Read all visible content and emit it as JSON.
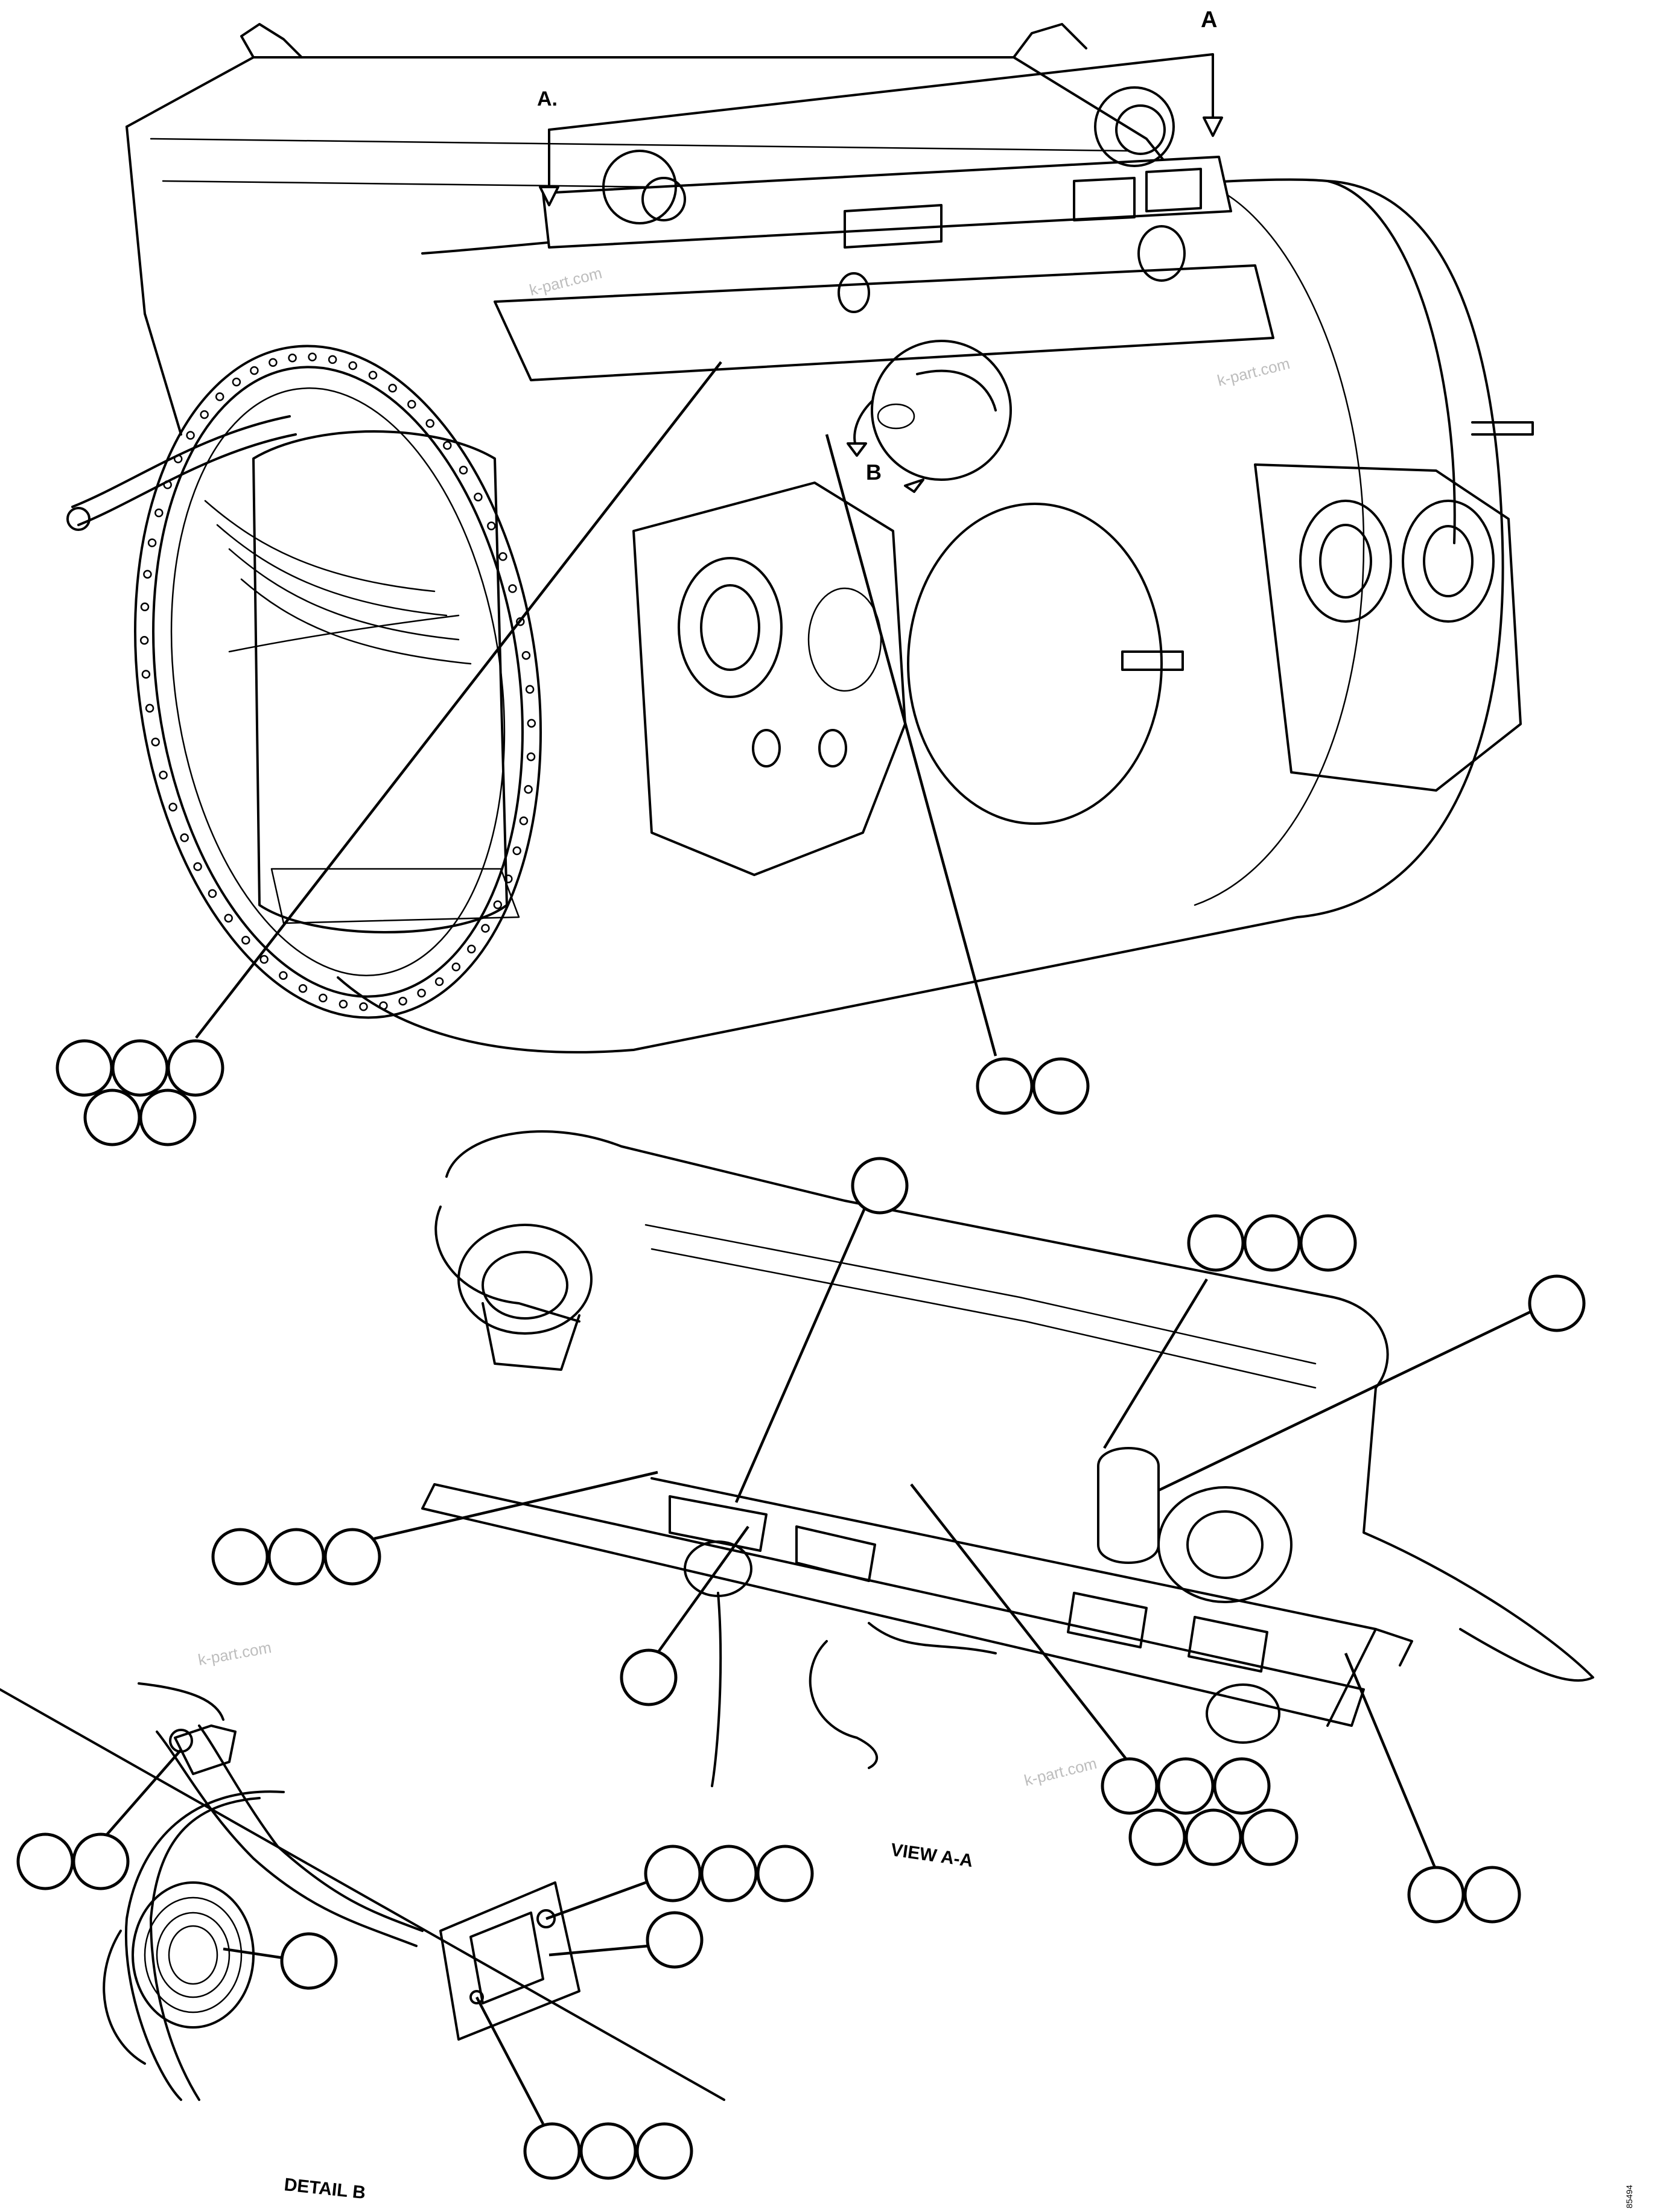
{
  "labels": {
    "section_marker": "A",
    "section_marker_side": "A.",
    "detail_marker": "B",
    "view_caption": "VIEW A-A",
    "detail_caption": "DETAIL B",
    "drawing_id": "85494"
  },
  "watermarks": [
    "k-part.com",
    "k-part.com",
    "k-part.com",
    "k-part.com"
  ],
  "callout_groups": [
    {
      "group": "main-left",
      "balloons": 5,
      "numbers": []
    },
    {
      "group": "main-right",
      "balloons": 2,
      "numbers": []
    },
    {
      "group": "view-top",
      "balloons": 1,
      "numbers": []
    },
    {
      "group": "view-top-right-3",
      "balloons": 3,
      "numbers": []
    },
    {
      "group": "view-right",
      "balloons": 1,
      "numbers": []
    },
    {
      "group": "view-left-3",
      "balloons": 3,
      "numbers": []
    },
    {
      "group": "view-bottom-left",
      "balloons": 1,
      "numbers": []
    },
    {
      "group": "view-bottom-6",
      "balloons": 6,
      "numbers": []
    },
    {
      "group": "view-bottom-right",
      "balloons": 2,
      "numbers": []
    },
    {
      "group": "detail-left-2",
      "balloons": 2,
      "numbers": []
    },
    {
      "group": "detail-coil",
      "balloons": 1,
      "numbers": []
    },
    {
      "group": "detail-top-3",
      "balloons": 3,
      "numbers": []
    },
    {
      "group": "detail-mid",
      "balloons": 1,
      "numbers": []
    },
    {
      "group": "detail-bottom-3",
      "balloons": 3,
      "numbers": []
    }
  ]
}
